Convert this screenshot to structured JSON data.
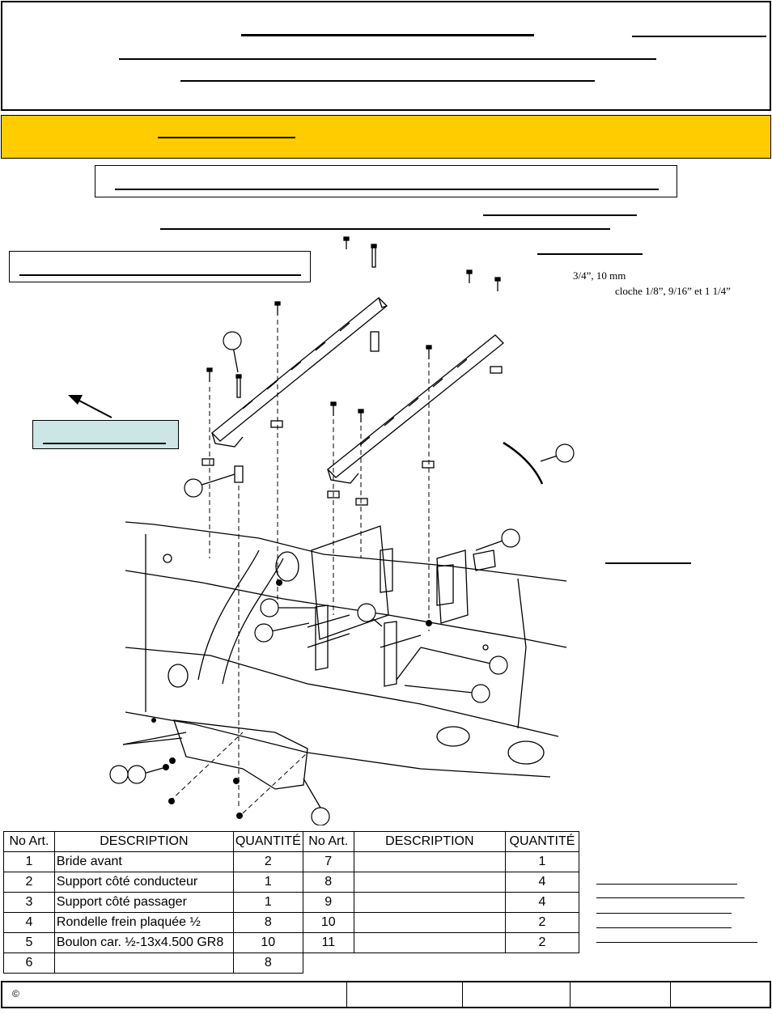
{
  "tools": {
    "line1": "3/4”, 10 mm",
    "line2": "cloche 1/8”, 9/16” et 1 1/4”"
  },
  "parts_table": {
    "headers": [
      "No Art.",
      "DESCRIPTION",
      "QUANTITÉ",
      "No Art.",
      "DESCRIPTION",
      "QUANTITÉ"
    ],
    "left_rows": [
      {
        "no": "1",
        "desc": "Bride avant",
        "qty": "2"
      },
      {
        "no": "2",
        "desc": "Support côté conducteur",
        "qty": "1"
      },
      {
        "no": "3",
        "desc": "Support côté passager",
        "qty": "1"
      },
      {
        "no": "4",
        "desc": "Rondelle frein plaquée ½",
        "qty": "8"
      },
      {
        "no": "5",
        "desc": "Boulon car. ½-13x4.500 GR8",
        "qty": "10"
      },
      {
        "no": "6",
        "desc": "",
        "qty": "8"
      }
    ],
    "right_rows": [
      {
        "no": "7",
        "desc": "",
        "qty": "1"
      },
      {
        "no": "8",
        "desc": "",
        "qty": "4"
      },
      {
        "no": "9",
        "desc": "",
        "qty": "4"
      },
      {
        "no": "10",
        "desc": "",
        "qty": "2"
      },
      {
        "no": "11",
        "desc": "",
        "qty": "2"
      }
    ]
  },
  "footer": {
    "copyright": "©"
  }
}
